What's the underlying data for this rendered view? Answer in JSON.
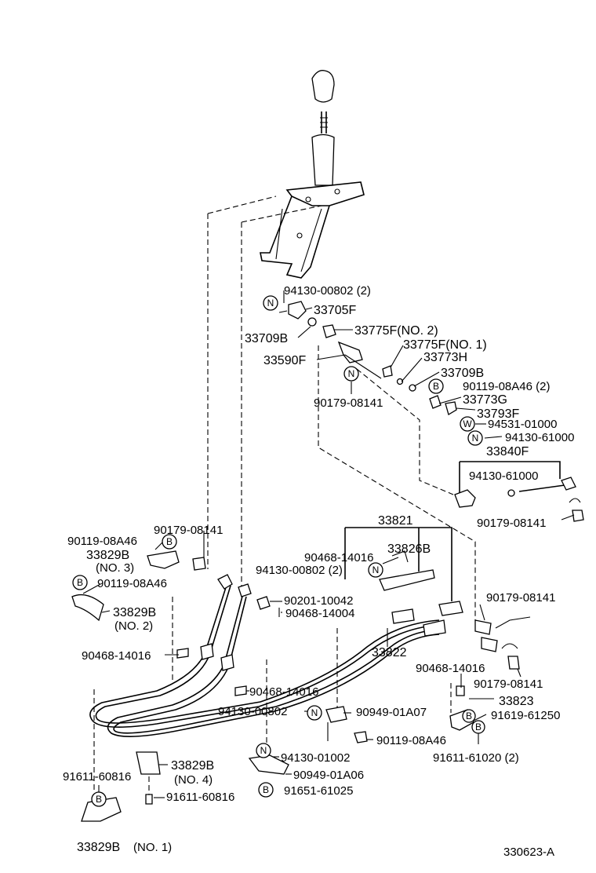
{
  "diagram_id": "330623-A",
  "labels": {
    "l01": "94130-00802 (2)",
    "l02": "33705F",
    "l03": "33709B",
    "l04": "33775F(NO. 2)",
    "l05": "33775F(NO. 1)",
    "l06": "33590F",
    "l07": "33773H",
    "l08": "33709B",
    "l09": "90119-08A46 (2)",
    "l10": "90179-08141",
    "l11": "33773G",
    "l12": "33793F",
    "l13": "94531-01000",
    "l14": "94130-61000",
    "l15": "33840F",
    "l16": "94130-61000",
    "l17": "90179-08141",
    "l18": "33821",
    "l19": "90179-08141",
    "l20": "90119-08A46",
    "l21": "33829B",
    "l22": "(NO. 3)",
    "l23": "90468-14016",
    "l24": "33826B",
    "l25": "94130-00802 (2)",
    "l26": "90119-08A46",
    "l27": "90201-10042",
    "l28": "90468-14004",
    "l29": "33829B",
    "l30": "(NO. 2)",
    "l31": "90179-08141",
    "l32": "33822",
    "l33": "90468-14016",
    "l34": "90468-14016",
    "l35": "90179-08141",
    "l36": "90468-14016",
    "l37": "33823",
    "l38": "94130-00802",
    "l39": "90949-01A07",
    "l40": "91619-61250",
    "l41": "90119-08A46",
    "l42": "91611-61020 (2)",
    "l43": "94130-01002",
    "l44": "33829B",
    "l45": "(NO. 4)",
    "l46": "91611-60816",
    "l47": "90949-01A06",
    "l48": "91611-60816",
    "l49": "91651-61025",
    "l50": "33829B",
    "l51": "(NO. 1)",
    "l52": "330623-A"
  },
  "symbols": {
    "n": "N",
    "b": "B",
    "w": "W"
  }
}
